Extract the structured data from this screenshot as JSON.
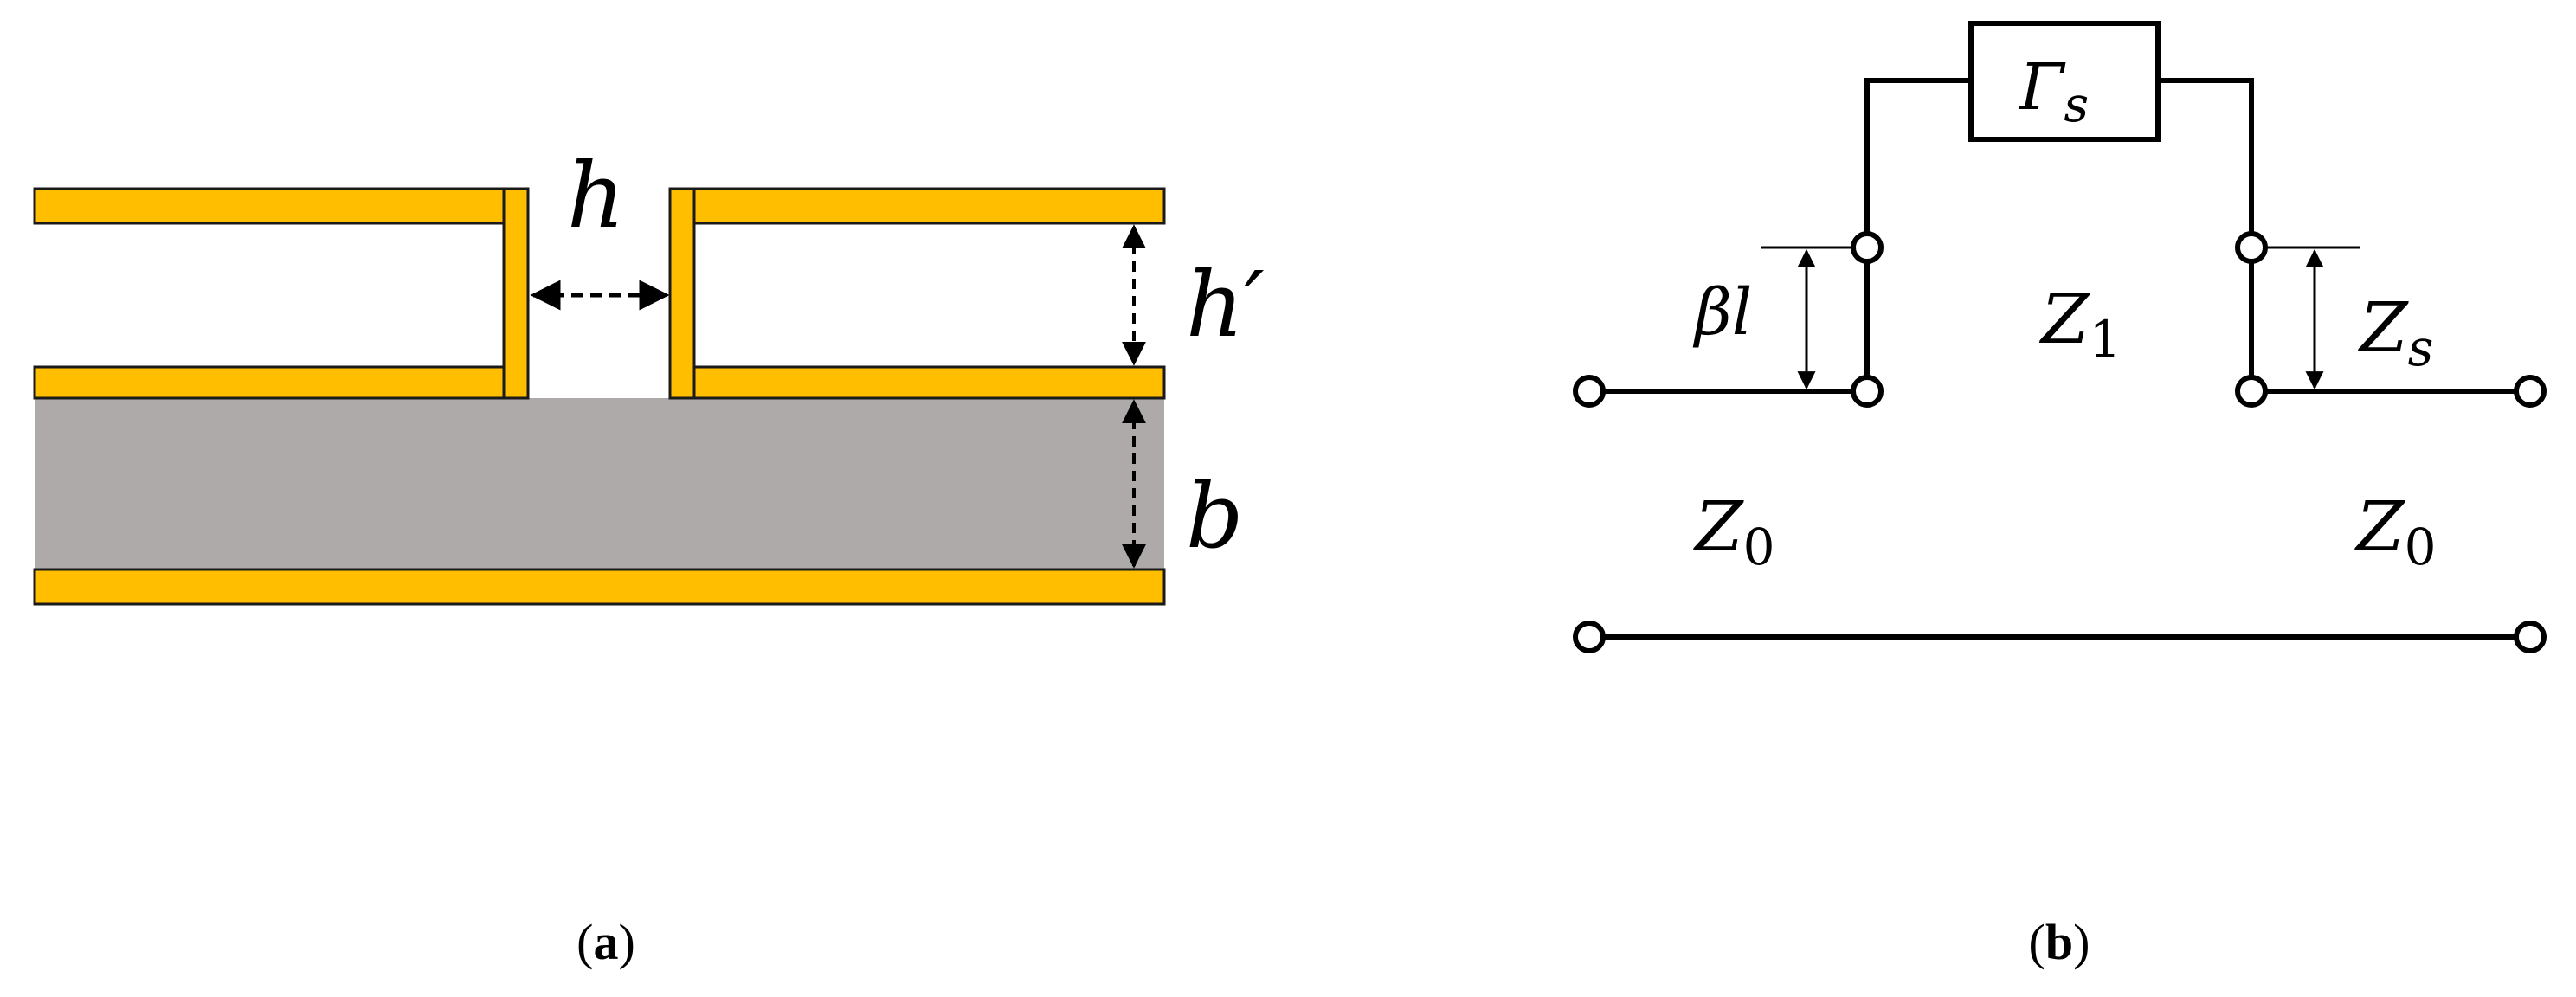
{
  "colors": {
    "conductor": "#FFBE00",
    "conductor_stroke": "#1a1a1a",
    "dielectric": "#AEAAAA",
    "line": "#000000",
    "background": "#FFFFFF"
  },
  "panel_a": {
    "label_h": "h",
    "label_h_prime": "h′",
    "label_b": "b",
    "caption_open": "(",
    "caption_letter": "a",
    "caption_close": ")"
  },
  "panel_b": {
    "gamma_symbol": "Γ",
    "gamma_subscript": "s",
    "label_beta_l": "βl",
    "z1_main": "Z",
    "z1_sub": "1",
    "zs_main": "Z",
    "zs_sub": "s",
    "z0_left_main": "Z",
    "z0_left_sub": "0",
    "z0_right_main": "Z",
    "z0_right_sub": "0",
    "caption_open": "(",
    "caption_letter": "b",
    "caption_close": ")"
  }
}
